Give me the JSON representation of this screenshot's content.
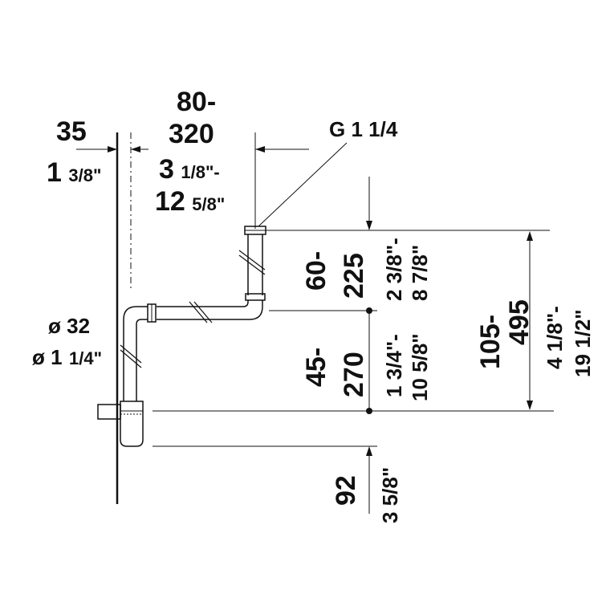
{
  "colors": {
    "ink": "#111111",
    "background": "#ffffff"
  },
  "dims": {
    "wall_offset": {
      "mm": "35",
      "inch_whole": "1",
      "inch_frac": "3/8\""
    },
    "horizontal_offset": {
      "mm_line1": "80-",
      "mm_line2": "320",
      "inch1_whole": "3",
      "inch1_frac": "1/8\"-",
      "inch2_whole": "12",
      "inch2_frac": "5/8\""
    },
    "connection_thread": "G 1 1/4",
    "outlet_diameter": {
      "mm": "ø 32",
      "inch_prefix": "ø 1",
      "inch_frac": "1/4\""
    },
    "upper_height": {
      "mm_line1": "60-",
      "mm_line2": "225",
      "inch_line1": "2 3/8\"-",
      "inch_line2": "8 7/8\""
    },
    "lower_height": {
      "mm_line1": "45-",
      "mm_line2": "270",
      "inch_line1": "1 3/4\"-",
      "inch_line2": "10 5/8\""
    },
    "total_height": {
      "mm_line1": "105-",
      "mm_line2": "495",
      "inch_line1": "4 1/8\"-",
      "inch_line2": "19 1/2\""
    },
    "bottom_clearance": {
      "mm": "92",
      "inch": "3 5/8\""
    }
  }
}
